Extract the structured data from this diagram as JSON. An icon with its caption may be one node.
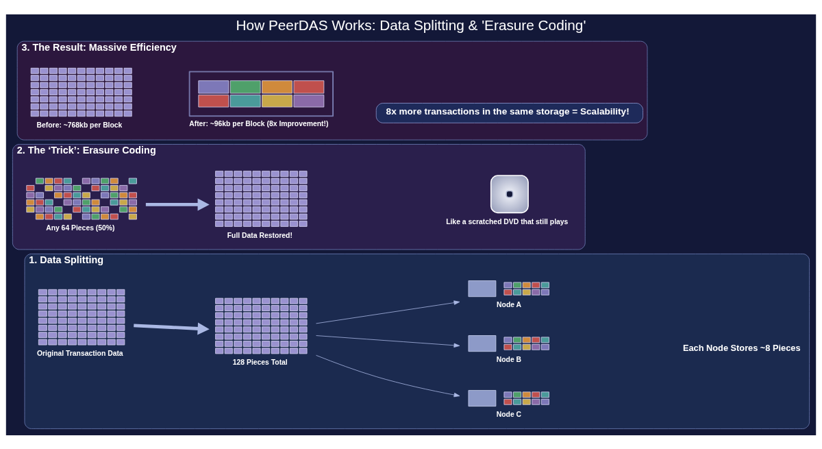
{
  "diagram": {
    "title": "How PeerDAS Works: Data Splitting & 'Erasure Coding'",
    "nodes": [
      {
        "text": [
          "1. Data Splitting"
        ]
      },
      {
        "text": [],
        "shape": "picture",
        "in": 0,
        "beside": [
          "Original Transaction Data"
        ]
      },
      {
        "text": [],
        "shape": "picture",
        "in": 0,
        "beside": [
          "128 Pieces Total"
        ]
      },
      {
        "text": [
          "Node A"
        ],
        "in": 0
      },
      {
        "text": [
          "Node B"
        ],
        "in": 0
      },
      {
        "text": [
          "Node C"
        ],
        "in": 0
      },
      {
        "text": [
          "2. The ‘Trick’: Erasure Coding"
        ]
      },
      {
        "text": [],
        "shape": "picture",
        "in": 6,
        "beside": [
          "Any 64 Pieces (50%)"
        ]
      },
      {
        "text": [],
        "shape": "picture",
        "in": 6,
        "beside": [
          "Full Data Restored!"
        ]
      },
      {
        "text": [],
        "shape": "picture",
        "in": 6,
        "beside": [
          "Like a scratched DVD that still plays"
        ]
      },
      {
        "text": [
          "3. The Result: Massive Efficiency"
        ]
      },
      {
        "text": [],
        "shape": "picture",
        "in": 10,
        "beside": [
          "Before: ~768kb per Block"
        ]
      },
      {
        "text": [],
        "shape": "box",
        "in": 10,
        "beside": [
          "After: ~96kb per Block (8x Improvement!)"
        ]
      },
      {
        "text": [
          "8x more transactions in the same storage = Scalability!"
        ],
        "in": 10
      }
    ],
    "edges": [
      {
        "from": 1,
        "to": 2,
        "arrow": "to",
        "style": "thick"
      },
      {
        "from": 2,
        "to": 3,
        "arrow": "to"
      },
      {
        "from": 2,
        "to": 4,
        "arrow": "to"
      },
      {
        "from": 2,
        "to": 5,
        "arrow": "to"
      },
      {
        "from": 7,
        "to": 8,
        "arrow": "to",
        "style": "thick"
      }
    ],
    "labels": [
      "Each Node Stores ~8 Pieces"
    ]
  }
}
